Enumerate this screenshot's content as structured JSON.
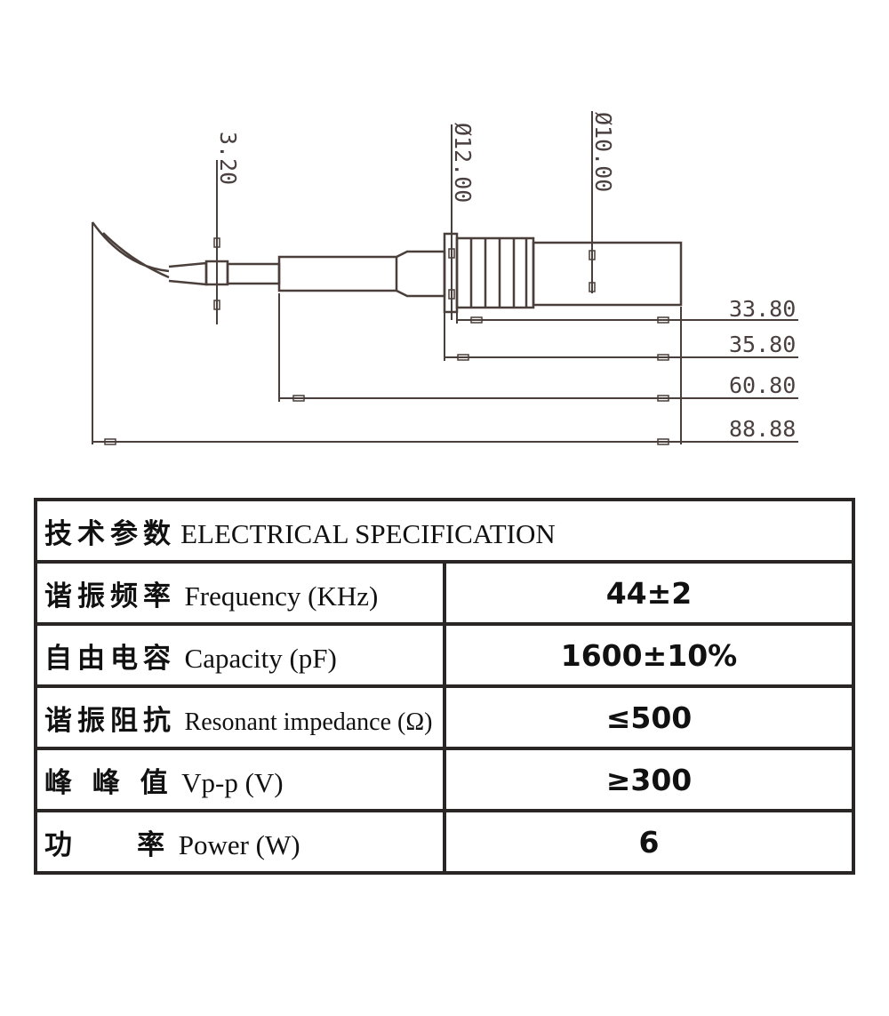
{
  "drawing": {
    "dimensions": {
      "tip_diameter": "3.20",
      "flange_diameter": "Ø12.00",
      "body_diameter": "Ø10.00",
      "length_1": "33.80",
      "length_2": "35.80",
      "length_3": "60.80",
      "length_total": "88.88"
    }
  },
  "spec": {
    "header": {
      "zh": "技术参数",
      "en": "ELECTRICAL SPECIFICATION"
    },
    "rows": [
      {
        "zh": "谐振频率",
        "en": "Frequency (KHz)",
        "value": "44±2"
      },
      {
        "zh": "自由电容",
        "en": "Capacity (pF)",
        "value": "1600±10%"
      },
      {
        "zh": "谐振阻抗",
        "en": "Resonant impedance (Ω)",
        "value": "≤500"
      },
      {
        "zh": "峰 峰 值",
        "en": "Vp-p (V)",
        "value": "≥300"
      },
      {
        "zh": "功    率",
        "en": "Power (W)",
        "value": "6"
      }
    ]
  }
}
